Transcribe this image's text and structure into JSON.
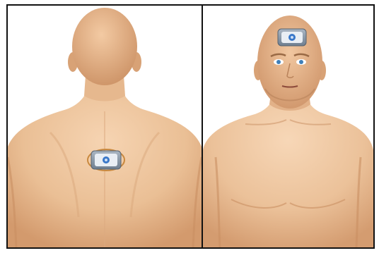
{
  "figure": {
    "panels": [
      {
        "view": "back",
        "device_location": "upper-back"
      },
      {
        "view": "front",
        "device_location": "forehead"
      }
    ],
    "colors": {
      "skin_light": "#f3cda9",
      "skin_mid": "#e5b287",
      "skin_shadow": "#c98f63",
      "device_body": "#8a9aab",
      "device_screen": "#e9eef4",
      "device_accent": "#3a78c9",
      "border": "#111111",
      "background": "#ffffff"
    }
  }
}
